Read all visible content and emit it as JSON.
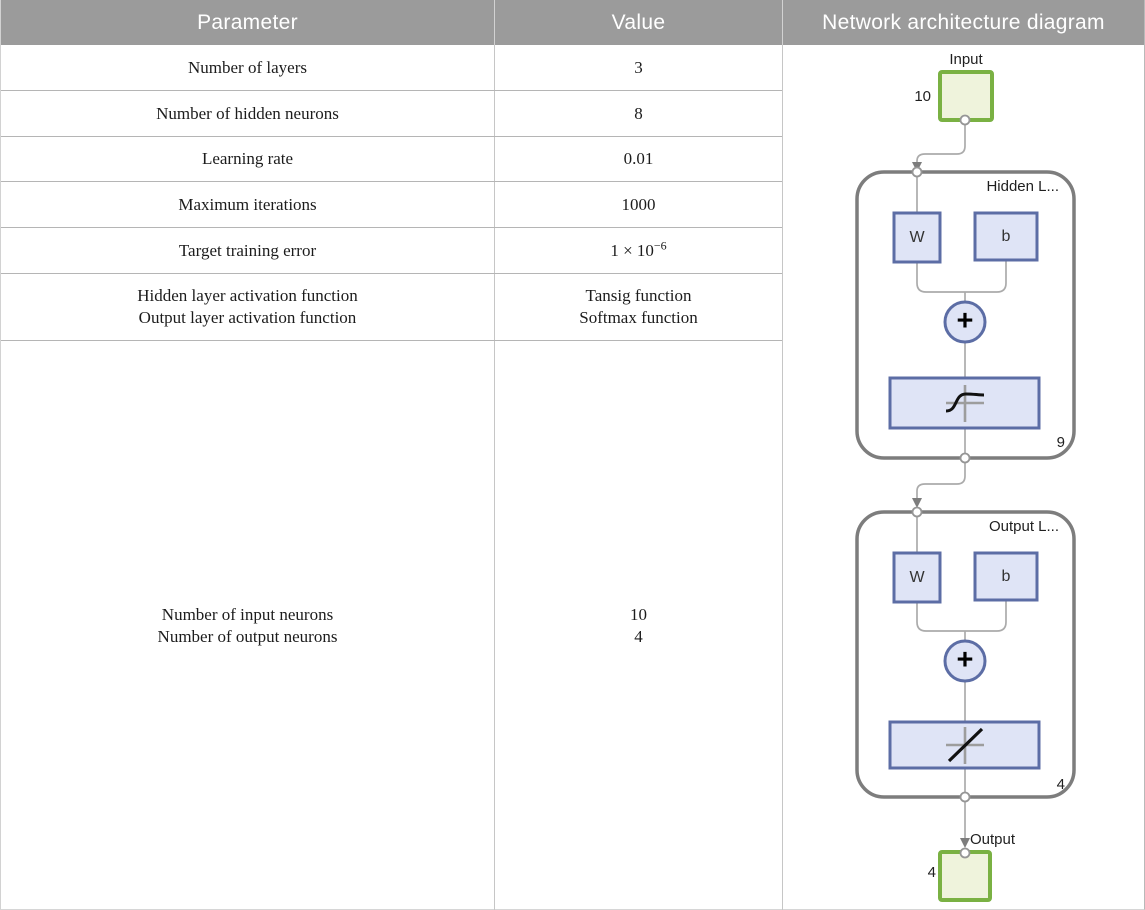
{
  "table": {
    "headers": {
      "parameter": "Parameter",
      "value": "Value",
      "diagram": "Network architecture diagram"
    },
    "rows": [
      {
        "param": "Number of layers",
        "value": "3"
      },
      {
        "param": "Number of hidden neurons",
        "value": "8"
      },
      {
        "param": "Learning rate",
        "value": "0.01"
      },
      {
        "param": "Maximum iterations",
        "value": "1000"
      },
      {
        "param": "Target training error",
        "value_base": "1 × 10",
        "value_exponent": "−6"
      },
      {
        "param_line1": "Hidden layer activation function",
        "param_line2": "Output layer activation function",
        "value_line1": "Tansig function",
        "value_line2": "Softmax function"
      },
      {
        "param_line1": "Number of input neurons",
        "param_line2": "Number of output neurons",
        "value_line1": "10",
        "value_line2": "4"
      }
    ]
  },
  "diagram": {
    "input": {
      "label": "Input",
      "size": "10"
    },
    "hidden_layer": {
      "title": "Hidden L...",
      "weight_label": "W",
      "bias_label": "b",
      "sum_label": "+",
      "activation_icon": "tansig-curve-icon",
      "neuron_count": "9"
    },
    "output_layer": {
      "title": "Output L...",
      "weight_label": "W",
      "bias_label": "b",
      "sum_label": "+",
      "activation_icon": "linear-line-icon",
      "neuron_count": "4"
    },
    "output": {
      "label": "Output",
      "size": "4"
    },
    "colors": {
      "header_bg": "#9b9b9b",
      "io_box_border": "#7ab143",
      "io_box_fill": "#eff3dc",
      "block_border": "#5c6da5",
      "block_fill": "#dfe4f6",
      "container_border": "#7d7d7d",
      "connector": "#ababab"
    }
  }
}
